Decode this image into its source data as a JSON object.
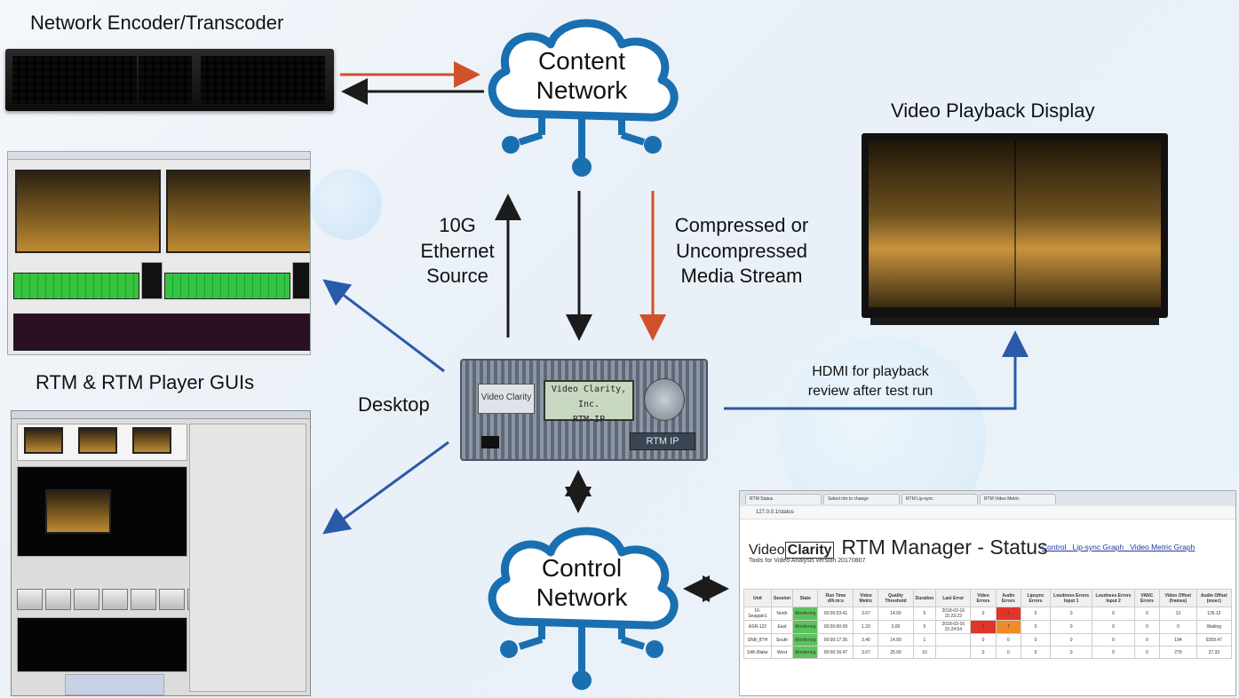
{
  "labels": {
    "encoder": "Network Encoder/Transcoder",
    "content_network": "Content\nNetwork",
    "control_network": "Control\nNetwork",
    "video_playback": "Video Playback Display",
    "ethernet_source": "10G\nEthernet\nSource",
    "media_stream": "Compressed or\nUncompressed\nMedia Stream",
    "hdmi": "HDMI for playback\nreview after test run",
    "rtm_guis": "RTM & RTM Player GUIs",
    "desktop": "Desktop"
  },
  "device": {
    "lcd_line1": "Video Clarity, Inc.",
    "lcd_line2": "RTM-IP",
    "badge": "RTM IP",
    "logo": "Video Clarity"
  },
  "browser": {
    "tabs": [
      "RTM Status",
      "Select rtm to change",
      "RTM Lip-sync",
      "RTM Video Metric"
    ],
    "address": "127.0.0.1/status",
    "brand_prefix": "Video",
    "brand_box": "Clarity",
    "title": "RTM Manager - Status",
    "links": [
      "Control",
      "Lip-sync Graph",
      "Video Metric Graph"
    ],
    "subtitle": "Tools for Video Analysis  version 20170807",
    "table": {
      "headers": [
        "Unit",
        "Session",
        "State",
        "Run Time d/h:m:s",
        "Video Metric",
        "Quality Threshold",
        "Duration",
        "Last Error",
        "Video Errors",
        "Audio Errors",
        "Lipsync Errors",
        "Loudness Errors Input 1",
        "Loudness Errors Input 2",
        "VANC Errors",
        "Video Offset (frames)",
        "Audio Offset (msec)"
      ],
      "rows": [
        [
          "16-Seagate1",
          "North",
          "Monitoring",
          "00:00:03:41",
          "3.67",
          "14.00",
          "5",
          "2018-03-16 15:23:23",
          "0",
          "1",
          "0",
          "0",
          "0",
          "0",
          "13",
          "135.12"
        ],
        [
          "ASR-122",
          "East",
          "Monitoring",
          "00:00:00:09",
          "1.33",
          "3.00",
          "5",
          "2018-03-16 15:24:54",
          "1",
          "7",
          "0",
          "0",
          "0",
          "0",
          "0",
          "Waiting"
        ],
        [
          "SNB_8TH",
          "South",
          "Monitoring",
          "00:00:17:36",
          "3.40",
          "14.00",
          "1",
          "",
          "0",
          "0",
          "0",
          "0",
          "0",
          "0",
          "194",
          "6359.47"
        ],
        [
          "S4K-Blake",
          "West",
          "Monitoring",
          "00:00:16:47",
          "3.67",
          "25.00",
          "10",
          "",
          "0",
          "0",
          "0",
          "0",
          "0",
          "0",
          "279",
          "27.33"
        ]
      ]
    }
  },
  "colors": {
    "cloud": "#1a6fb0",
    "arrow_red": "#d0502a",
    "arrow_black": "#1b1b1b",
    "arrow_blue": "#2a5aa8",
    "monitoring_green": "#5cc35c",
    "error_red": "#e0352b",
    "error_orange": "#f08a2a"
  }
}
